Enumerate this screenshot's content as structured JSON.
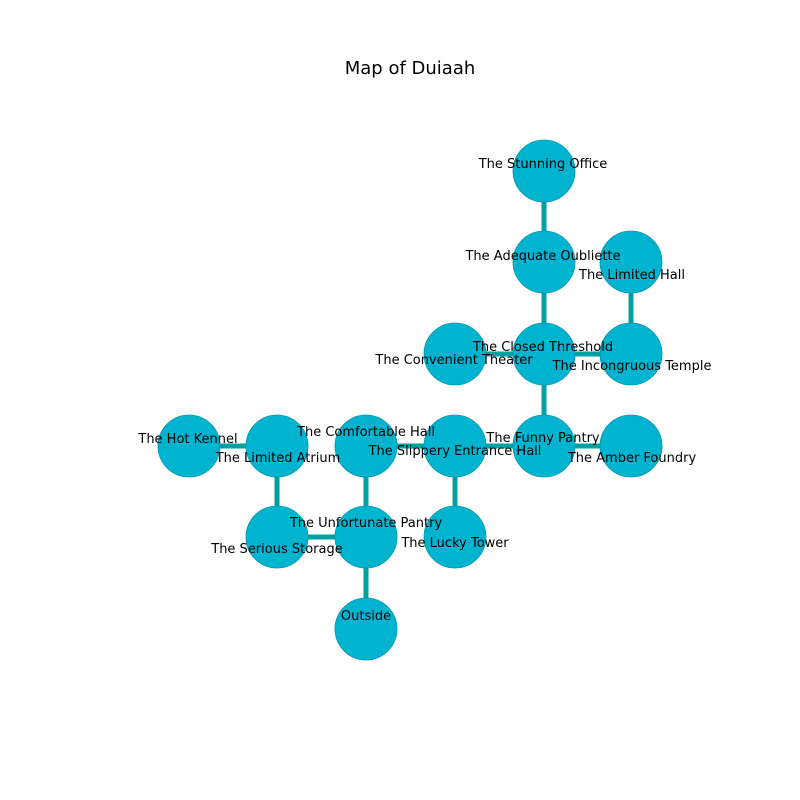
{
  "title": "Map of Duiaah",
  "colors": {
    "node_fill": "#00b4d0",
    "node_stroke": "#0097b0",
    "edge": "#00a0a0",
    "text": "#000000"
  },
  "rooms": [
    {
      "id": "stunning_office",
      "label": "The Stunning Office"
    },
    {
      "id": "adequate_oubliette",
      "label": "The Adequate Oubliette"
    },
    {
      "id": "limited_hall",
      "label": "The Limited Hall"
    },
    {
      "id": "closed_threshold",
      "label": "The Closed Threshold"
    },
    {
      "id": "convenient_theater",
      "label": "The Convenient Theater"
    },
    {
      "id": "incongruous_temple",
      "label": "The Incongruous Temple"
    },
    {
      "id": "hot_kennel",
      "label": "The Hot Kennel"
    },
    {
      "id": "limited_atrium",
      "label": "The Limited Atrium"
    },
    {
      "id": "comfortable_hall",
      "label": "The Comfortable Hall"
    },
    {
      "id": "slippery_entrance_hall",
      "label": "The Slippery Entrance Hall"
    },
    {
      "id": "funny_pantry",
      "label": "The Funny Pantry"
    },
    {
      "id": "amber_foundry",
      "label": "The Amber Foundry"
    },
    {
      "id": "serious_storage",
      "label": "The Serious Storage"
    },
    {
      "id": "unfortunate_pantry",
      "label": "The Unfortunate Pantry"
    },
    {
      "id": "lucky_tower",
      "label": "The Lucky Tower"
    },
    {
      "id": "outside",
      "label": "Outside"
    }
  ],
  "connections": [
    [
      "stunning_office",
      "adequate_oubliette"
    ],
    [
      "adequate_oubliette",
      "closed_threshold"
    ],
    [
      "limited_hall",
      "incongruous_temple"
    ],
    [
      "convenient_theater",
      "closed_threshold"
    ],
    [
      "closed_threshold",
      "incongruous_temple"
    ],
    [
      "closed_threshold",
      "funny_pantry"
    ],
    [
      "hot_kennel",
      "limited_atrium"
    ],
    [
      "limited_atrium",
      "serious_storage"
    ],
    [
      "comfortable_hall",
      "slippery_entrance_hall"
    ],
    [
      "comfortable_hall",
      "unfortunate_pantry"
    ],
    [
      "slippery_entrance_hall",
      "funny_pantry"
    ],
    [
      "slippery_entrance_hall",
      "lucky_tower"
    ],
    [
      "funny_pantry",
      "amber_foundry"
    ],
    [
      "serious_storage",
      "unfortunate_pantry"
    ],
    [
      "unfortunate_pantry",
      "outside"
    ]
  ]
}
